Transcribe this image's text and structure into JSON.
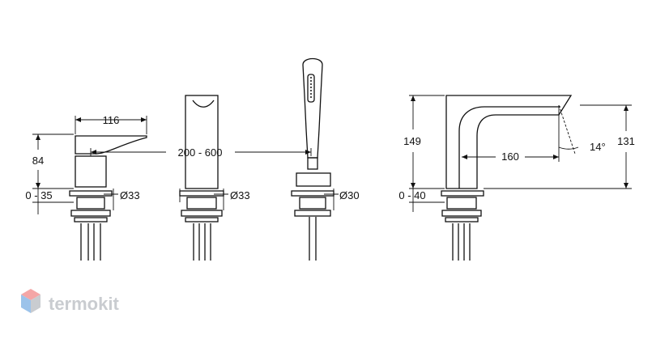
{
  "dimensions": {
    "lever_width": "116",
    "lever_height": "84",
    "lever_deck": "0 - 35",
    "lever_diameter": "Ø33",
    "spacing": "200 - 600",
    "spout_diameter": "Ø33",
    "shower_diameter": "Ø30",
    "bath_height": "149",
    "bath_reach": "160",
    "bath_angle": "14°",
    "bath_outlet_height": "131",
    "bath_deck": "0 - 40"
  },
  "brand": {
    "name": "termokit"
  },
  "colors": {
    "line": "#111111",
    "logo_top": "#f4a6a6",
    "logo_left": "#9cc3ea",
    "logo_right": "#c9ccd0"
  }
}
